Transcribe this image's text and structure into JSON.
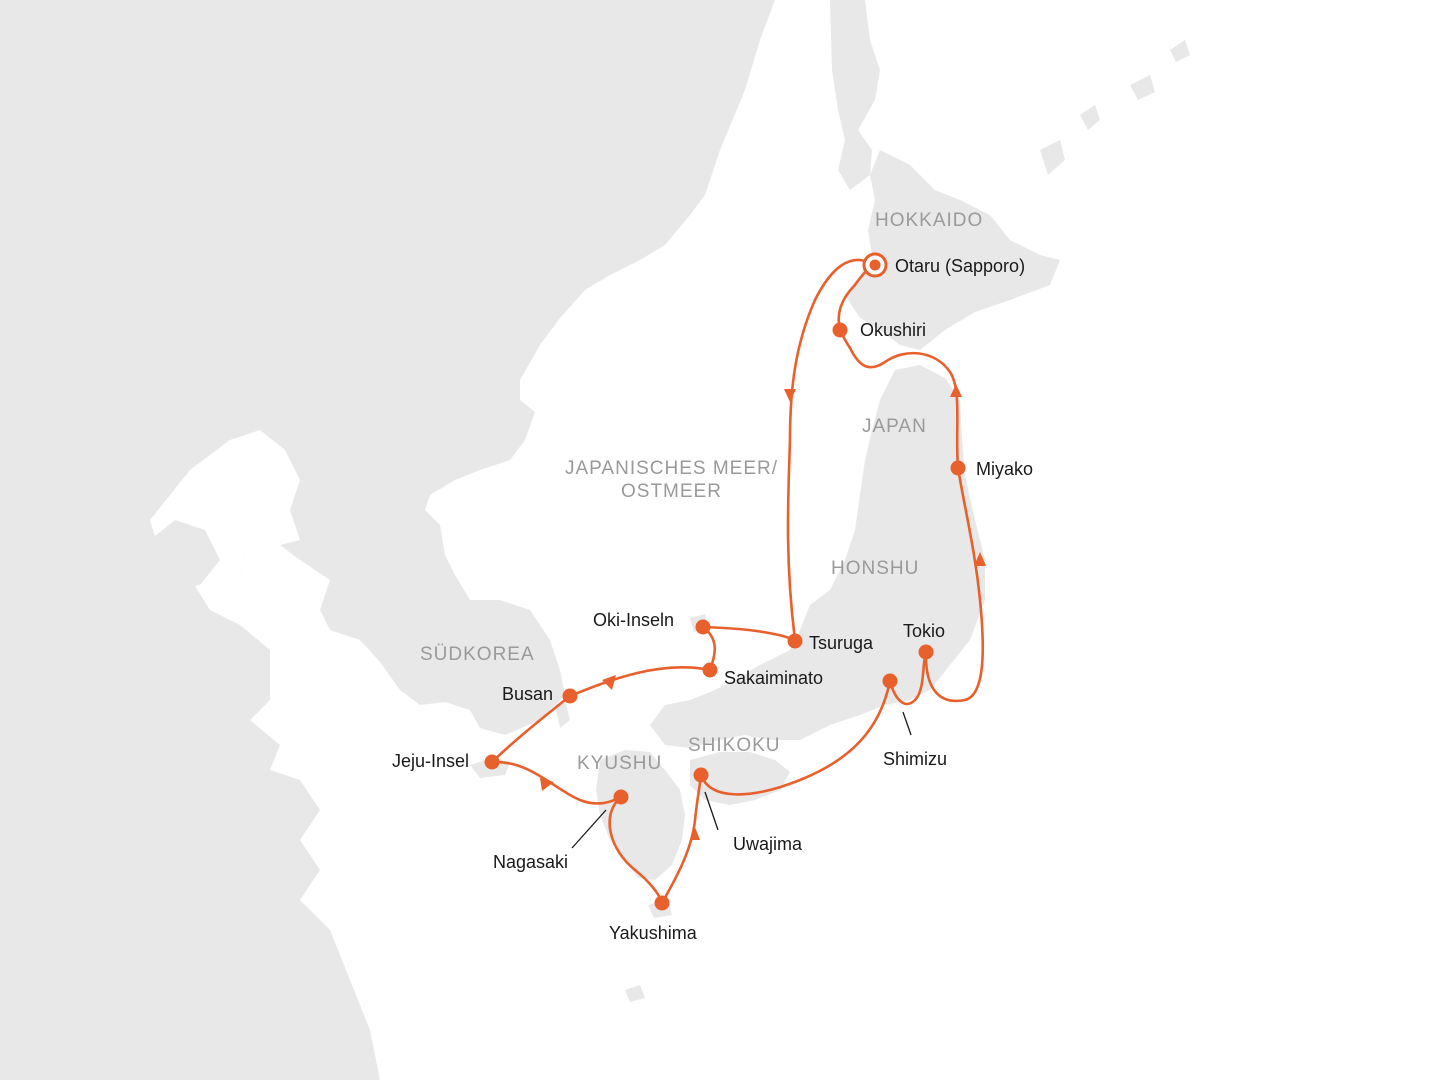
{
  "colors": {
    "route": "#e8602c",
    "land": "#e8e8e8",
    "sea": "#ffffff",
    "region_label": "#9a9a9a",
    "port_label": "#1a1a1a"
  },
  "regions": {
    "hokkaido": "HOKKAIDO",
    "japan": "JAPAN",
    "sea_line1": "JAPANISCHES MEER/",
    "sea_line2": "OSTMEER",
    "honshu": "HONSHU",
    "suedkorea": "SÜDKOREA",
    "kyushu": "KYUSHU",
    "shikoku": "SHIKOKU"
  },
  "ports": {
    "otaru": "Otaru (Sapporo)",
    "okushiri": "Okushiri",
    "miyako": "Miyako",
    "tokio": "Tokio",
    "shimizu": "Shimizu",
    "tsuruga": "Tsuruga",
    "oki": "Oki-Inseln",
    "sakaiminato": "Sakaiminato",
    "busan": "Busan",
    "jeju": "Jeju-Insel",
    "nagasaki": "Nagasaki",
    "yakushima": "Yakushima",
    "uwajima": "Uwajima"
  },
  "legend": {
    "start_port_icon": "ring-dot-icon",
    "port_icon": "dot-icon",
    "direction_icon": "arrow-triangle-icon"
  }
}
